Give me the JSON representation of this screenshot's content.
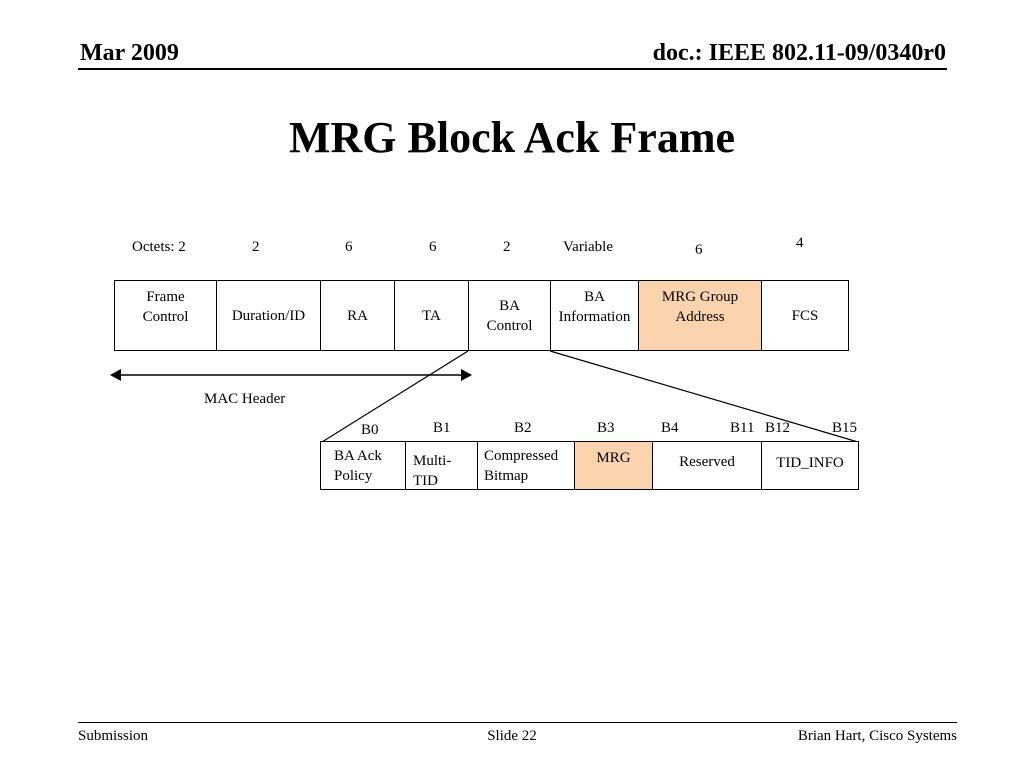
{
  "header": {
    "date": "Mar 2009",
    "doc_id": "doc.: IEEE 802.11-09/0340r0"
  },
  "title": "MRG Block Ack Frame",
  "frame": {
    "octets": [
      "Octets: 2",
      "2",
      "6",
      "6",
      "2",
      "Variable",
      "6",
      "4"
    ],
    "fields": [
      {
        "label": "Frame\nControl",
        "highlight": false
      },
      {
        "label": "Duration/ID",
        "highlight": false
      },
      {
        "label": "RA",
        "highlight": false
      },
      {
        "label": "TA",
        "highlight": false
      },
      {
        "label": "BA\nControl",
        "highlight": false
      },
      {
        "label": "BA\nInformation",
        "highlight": false
      },
      {
        "label": "MRG Group\nAddress",
        "highlight": true
      },
      {
        "label": "FCS",
        "highlight": false
      }
    ],
    "mac_header_label": "MAC Header"
  },
  "ba_control": {
    "bits": [
      "B0",
      "B1",
      "B2",
      "B3",
      "B4",
      "B11",
      "B12",
      "B15"
    ],
    "fields": [
      {
        "label": "BA Ack\nPolicy",
        "highlight": false
      },
      {
        "label": "Multi-\nTID",
        "highlight": false
      },
      {
        "label": "Compressed\nBitmap",
        "highlight": false
      },
      {
        "label": "MRG",
        "highlight": true
      },
      {
        "label": "Reserved",
        "highlight": false
      },
      {
        "label": "TID_INFO",
        "highlight": false
      }
    ]
  },
  "colors": {
    "highlight": "#fbd3ae",
    "line": "#000000"
  },
  "footer": {
    "left": "Submission",
    "center": "Slide 22",
    "right": "Brian Hart, Cisco Systems"
  }
}
